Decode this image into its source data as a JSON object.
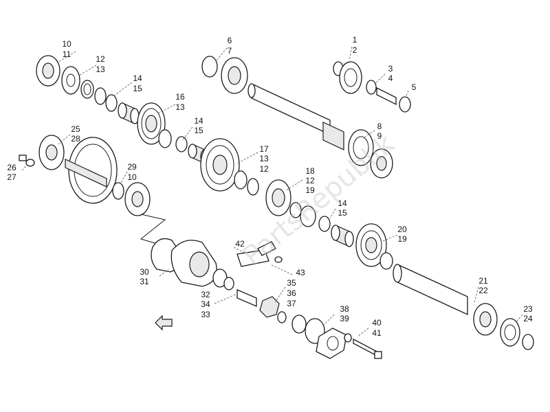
{
  "watermark": "PartsRepublik",
  "callouts": [
    {
      "id": "c10",
      "text": "10"
    },
    {
      "id": "c11",
      "text": "11"
    },
    {
      "id": "c12a",
      "text": "12"
    },
    {
      "id": "c13a",
      "text": "13"
    },
    {
      "id": "c14a",
      "text": "14"
    },
    {
      "id": "c15a",
      "text": "15"
    },
    {
      "id": "c16",
      "text": "16"
    },
    {
      "id": "c13b",
      "text": "13"
    },
    {
      "id": "c14b",
      "text": "14"
    },
    {
      "id": "c15b",
      "text": "15"
    },
    {
      "id": "c25",
      "text": "25"
    },
    {
      "id": "c28",
      "text": "28"
    },
    {
      "id": "c26",
      "text": "26"
    },
    {
      "id": "c27",
      "text": "27"
    },
    {
      "id": "c29",
      "text": "29"
    },
    {
      "id": "c10b",
      "text": "10"
    },
    {
      "id": "c6",
      "text": "6"
    },
    {
      "id": "c7",
      "text": "7"
    },
    {
      "id": "c1",
      "text": "1"
    },
    {
      "id": "c2",
      "text": "2"
    },
    {
      "id": "c3",
      "text": "3"
    },
    {
      "id": "c4",
      "text": "4"
    },
    {
      "id": "c5",
      "text": "5"
    },
    {
      "id": "c8",
      "text": "8"
    },
    {
      "id": "c9",
      "text": "9"
    },
    {
      "id": "c17",
      "text": "17"
    },
    {
      "id": "c13c",
      "text": "13"
    },
    {
      "id": "c12b",
      "text": "12"
    },
    {
      "id": "c18",
      "text": "18"
    },
    {
      "id": "c12c",
      "text": "12"
    },
    {
      "id": "c19a",
      "text": "19"
    },
    {
      "id": "c14c",
      "text": "14"
    },
    {
      "id": "c15c",
      "text": "15"
    },
    {
      "id": "c20",
      "text": "20"
    },
    {
      "id": "c19b",
      "text": "19"
    },
    {
      "id": "c42",
      "text": "42"
    },
    {
      "id": "c43",
      "text": "43"
    },
    {
      "id": "c30",
      "text": "30"
    },
    {
      "id": "c31",
      "text": "31"
    },
    {
      "id": "c35",
      "text": "35"
    },
    {
      "id": "c36",
      "text": "36"
    },
    {
      "id": "c37",
      "text": "37"
    },
    {
      "id": "c32",
      "text": "32"
    },
    {
      "id": "c34",
      "text": "34"
    },
    {
      "id": "c33",
      "text": "33"
    },
    {
      "id": "c38",
      "text": "38"
    },
    {
      "id": "c39",
      "text": "39"
    },
    {
      "id": "c40",
      "text": "40"
    },
    {
      "id": "c41",
      "text": "41"
    },
    {
      "id": "c21",
      "text": "21"
    },
    {
      "id": "c22",
      "text": "22"
    },
    {
      "id": "c23",
      "text": "23"
    },
    {
      "id": "c24",
      "text": "24"
    }
  ]
}
